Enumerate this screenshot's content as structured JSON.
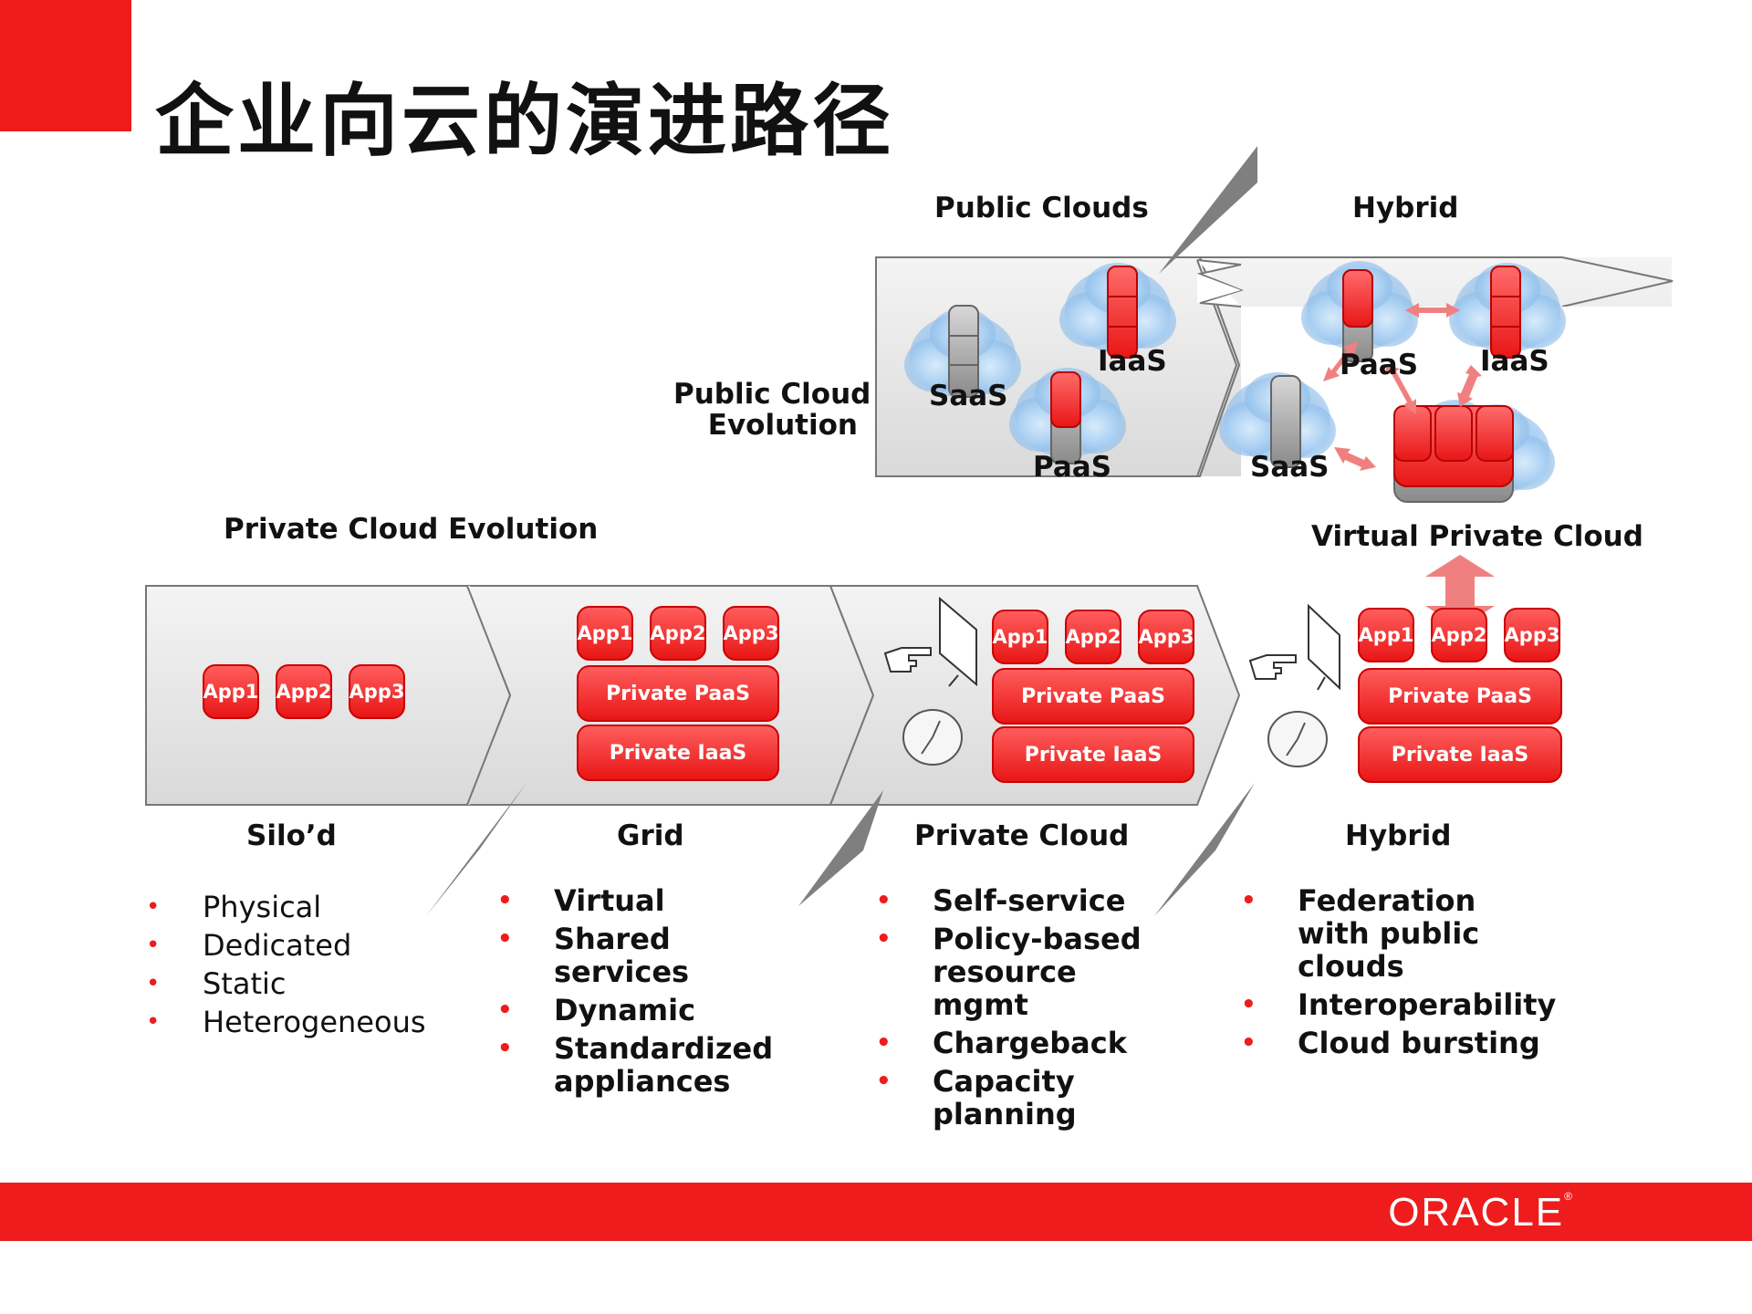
{
  "title": "企业向云的演进路径",
  "colors": {
    "accent": "#ee1c1c",
    "block_red": "#f23a3a",
    "arrow_gray": "#e8e8e8",
    "callout_gray": "#808080",
    "cloud_blue": "#a9cff2"
  },
  "public_section": {
    "header_public": "Public Clouds",
    "header_hybrid": "Hybrid",
    "side_label_line1": "Public Cloud",
    "side_label_line2": "Evolution",
    "saas": "SaaS",
    "paas": "PaaS",
    "iaas": "IaaS",
    "vpc_label": "Virtual Private Cloud"
  },
  "private_section": {
    "header": "Private Cloud Evolution",
    "app1": "App1",
    "app2": "App2",
    "app3": "App3",
    "private_paas": "Private PaaS",
    "private_iaas": "Private IaaS"
  },
  "stages": [
    {
      "name": "Silo’d",
      "style": "plain",
      "bullets": [
        "Physical",
        "Dedicated",
        "Static",
        "Heterogeneous"
      ]
    },
    {
      "name": "Grid",
      "style": "bold",
      "bullets": [
        "Virtual",
        "Shared services",
        "Dynamic",
        "Standardized appliances"
      ]
    },
    {
      "name": "Private Cloud",
      "style": "bold",
      "bullets": [
        "Self-service",
        "Policy-based resource mgmt",
        "Chargeback",
        "Capacity planning"
      ]
    },
    {
      "name": "Hybrid",
      "style": "bold",
      "bullets": [
        "Federation with public clouds",
        "Interoperability",
        "Cloud bursting"
      ]
    }
  ],
  "icons": [
    "pointing-hand-icon",
    "monitor-icon",
    "clock-icon"
  ],
  "footer": {
    "logo": "ORACLE"
  }
}
